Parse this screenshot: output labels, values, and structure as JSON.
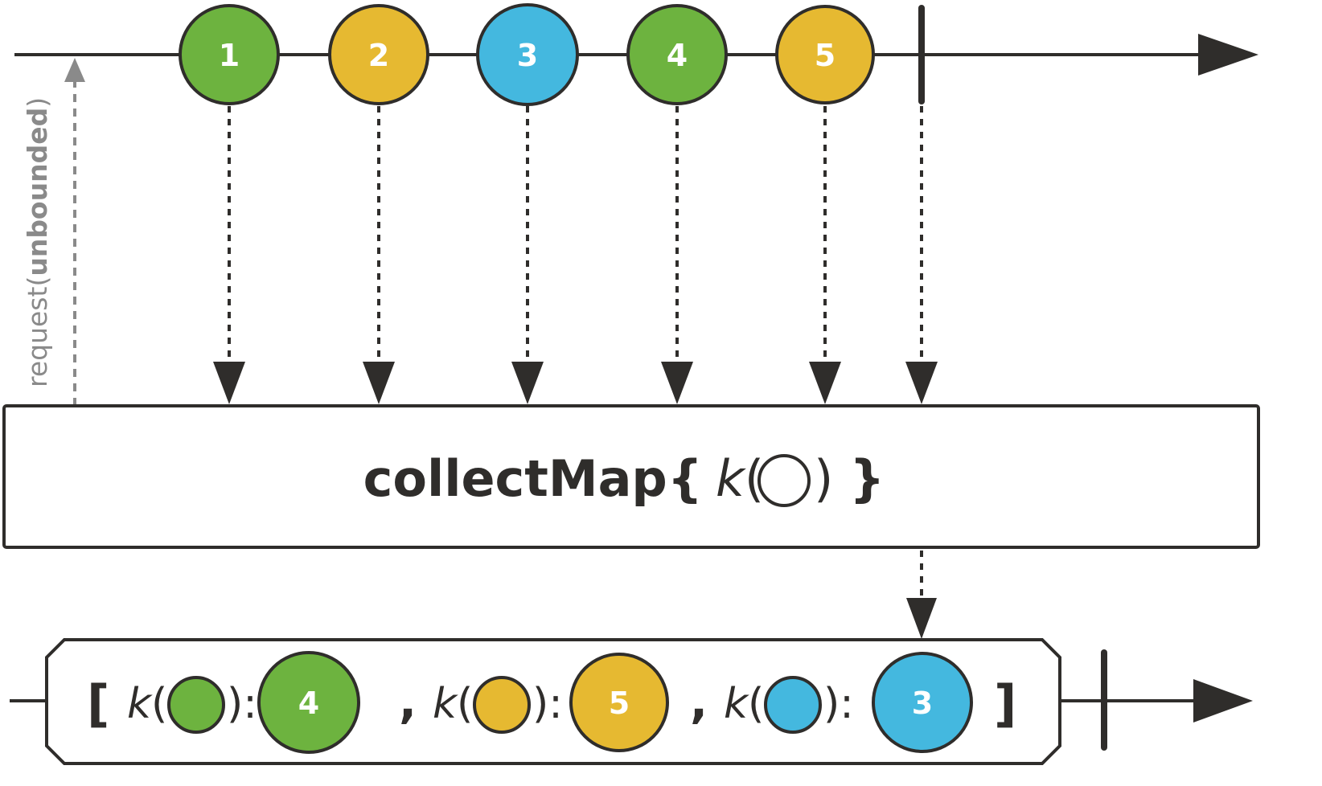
{
  "colors": {
    "green": "#6db33f",
    "yellow": "#e6b931",
    "blue": "#44b8df",
    "line": "#2f2d2b",
    "request": "#8a8a8a"
  },
  "request": {
    "prefix": "request(",
    "argument": "unbounded",
    "suffix": ")"
  },
  "source": {
    "marbles": [
      {
        "label": "1",
        "color": "green"
      },
      {
        "label": "2",
        "color": "yellow"
      },
      {
        "label": "3",
        "color": "blue"
      },
      {
        "label": "4",
        "color": "green"
      },
      {
        "label": "5",
        "color": "yellow"
      }
    ],
    "completes": true
  },
  "operator": {
    "name": "collectMap{",
    "fn": "k",
    "open_paren": "(",
    "close_paren": ")",
    "close_brace": "}"
  },
  "result": {
    "open_bracket": "[",
    "close_bracket": "]",
    "key_fn": "k",
    "open_paren": "(",
    "close_paren": "):",
    "separator": ",",
    "entries": [
      {
        "key_color": "green",
        "value": "4",
        "value_color": "green"
      },
      {
        "key_color": "yellow",
        "value": "5",
        "value_color": "yellow"
      },
      {
        "key_color": "blue",
        "value": "3",
        "value_color": "blue"
      }
    ],
    "completes": true
  }
}
